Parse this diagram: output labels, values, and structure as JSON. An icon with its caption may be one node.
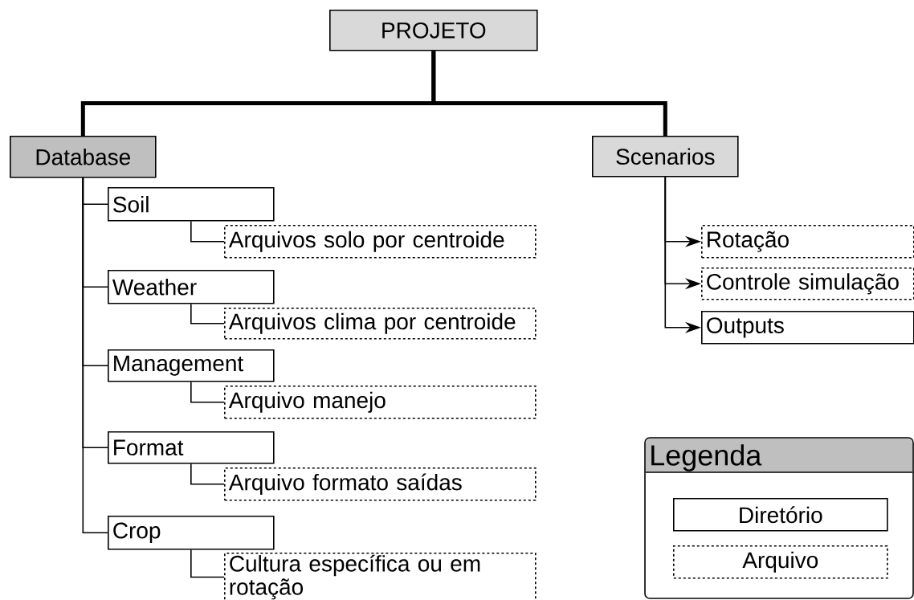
{
  "diagram": {
    "nodes": [
      {
        "text": [
          "PROJETO"
        ]
      },
      {
        "text": [
          "Database"
        ]
      },
      {
        "text": [
          "Soil"
        ]
      },
      {
        "text": [
          "Arquivos solo por centroide"
        ]
      },
      {
        "text": [
          "Weather"
        ]
      },
      {
        "text": [
          "Arquivos clima por centroide"
        ]
      },
      {
        "text": [
          "Management"
        ]
      },
      {
        "text": [
          "Arquivo manejo"
        ]
      },
      {
        "text": [
          "Format"
        ]
      },
      {
        "text": [
          "Arquivo formato saídas"
        ]
      },
      {
        "text": [
          "Crop"
        ]
      },
      {
        "text": [
          "Cultura específica ou em rotação"
        ]
      },
      {
        "text": [
          "Scenarios"
        ]
      },
      {
        "text": [
          "Rotação"
        ]
      },
      {
        "text": [
          "Controle simulação"
        ]
      },
      {
        "text": [
          "Outputs"
        ]
      }
    ],
    "edges": [
      {
        "from": 0,
        "to": 1,
        "arrow": "none",
        "style": "thick"
      },
      {
        "from": 0,
        "to": 12,
        "arrow": "none",
        "style": "thick"
      },
      {
        "from": 1,
        "to": 2,
        "arrow": "none"
      },
      {
        "from": 2,
        "to": 3,
        "arrow": "none"
      },
      {
        "from": 1,
        "to": 4,
        "arrow": "none"
      },
      {
        "from": 4,
        "to": 5,
        "arrow": "none"
      },
      {
        "from": 1,
        "to": 6,
        "arrow": "none"
      },
      {
        "from": 6,
        "to": 7,
        "arrow": "none"
      },
      {
        "from": 1,
        "to": 8,
        "arrow": "none"
      },
      {
        "from": 8,
        "to": 9,
        "arrow": "none"
      },
      {
        "from": 1,
        "to": 10,
        "arrow": "none"
      },
      {
        "from": 10,
        "to": 11,
        "arrow": "none"
      },
      {
        "from": 12,
        "to": 13,
        "arrow": "to"
      },
      {
        "from": 12,
        "to": 14,
        "arrow": "to"
      },
      {
        "from": 12,
        "to": 15,
        "arrow": "to"
      }
    ],
    "labels": [
      "Legenda"
    ],
    "legend": [
      {
        "text": "Diretório"
      },
      {
        "text": "Arquivo"
      }
    ]
  }
}
